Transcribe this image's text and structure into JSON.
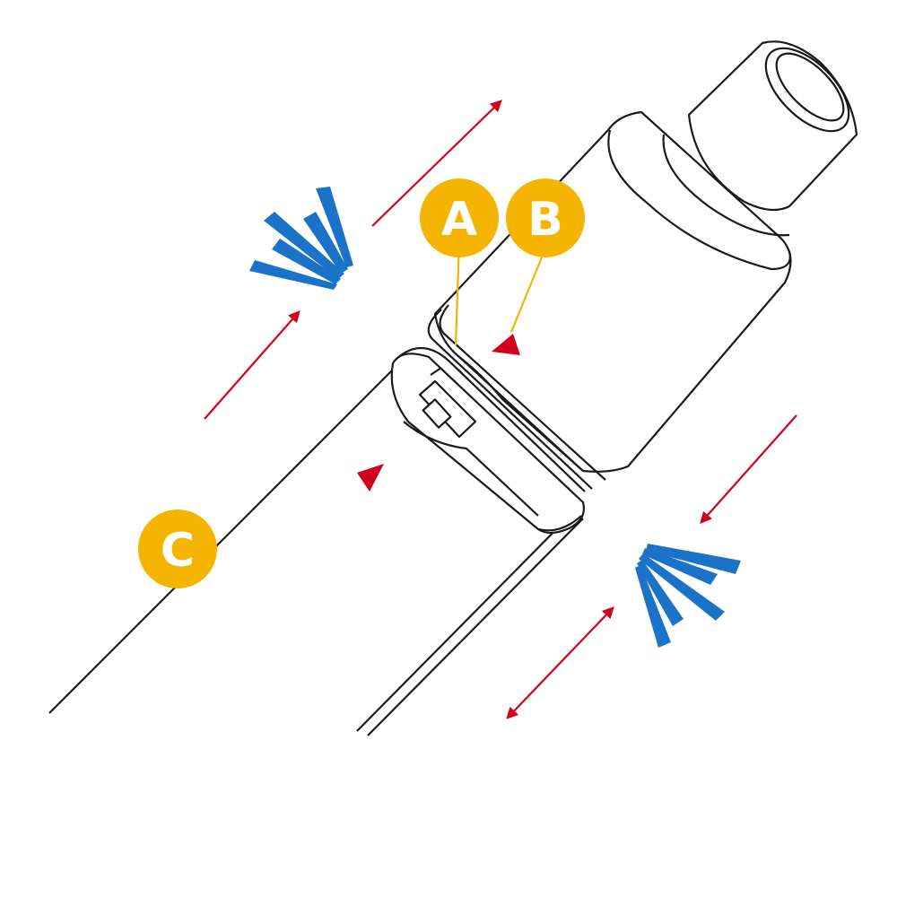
{
  "callouts": {
    "a": {
      "label": "A"
    },
    "b": {
      "label": "B"
    },
    "c": {
      "label": "C"
    }
  },
  "colors": {
    "outline": "#1a1a1a",
    "callout_fill": "#f4b400",
    "callout_text": "#ffffff",
    "leader_line": "#f4b400",
    "arrow": "#d0021b",
    "marker": "#d0021b",
    "vibration": "#1a73c8",
    "background": "#ffffff"
  },
  "icons": {
    "direction_arrow": "arrow-icon",
    "double_arrow": "double-arrow-icon",
    "alignment_marker": "triangle-marker-icon",
    "vibration_burst": "vibration-burst-icon"
  }
}
